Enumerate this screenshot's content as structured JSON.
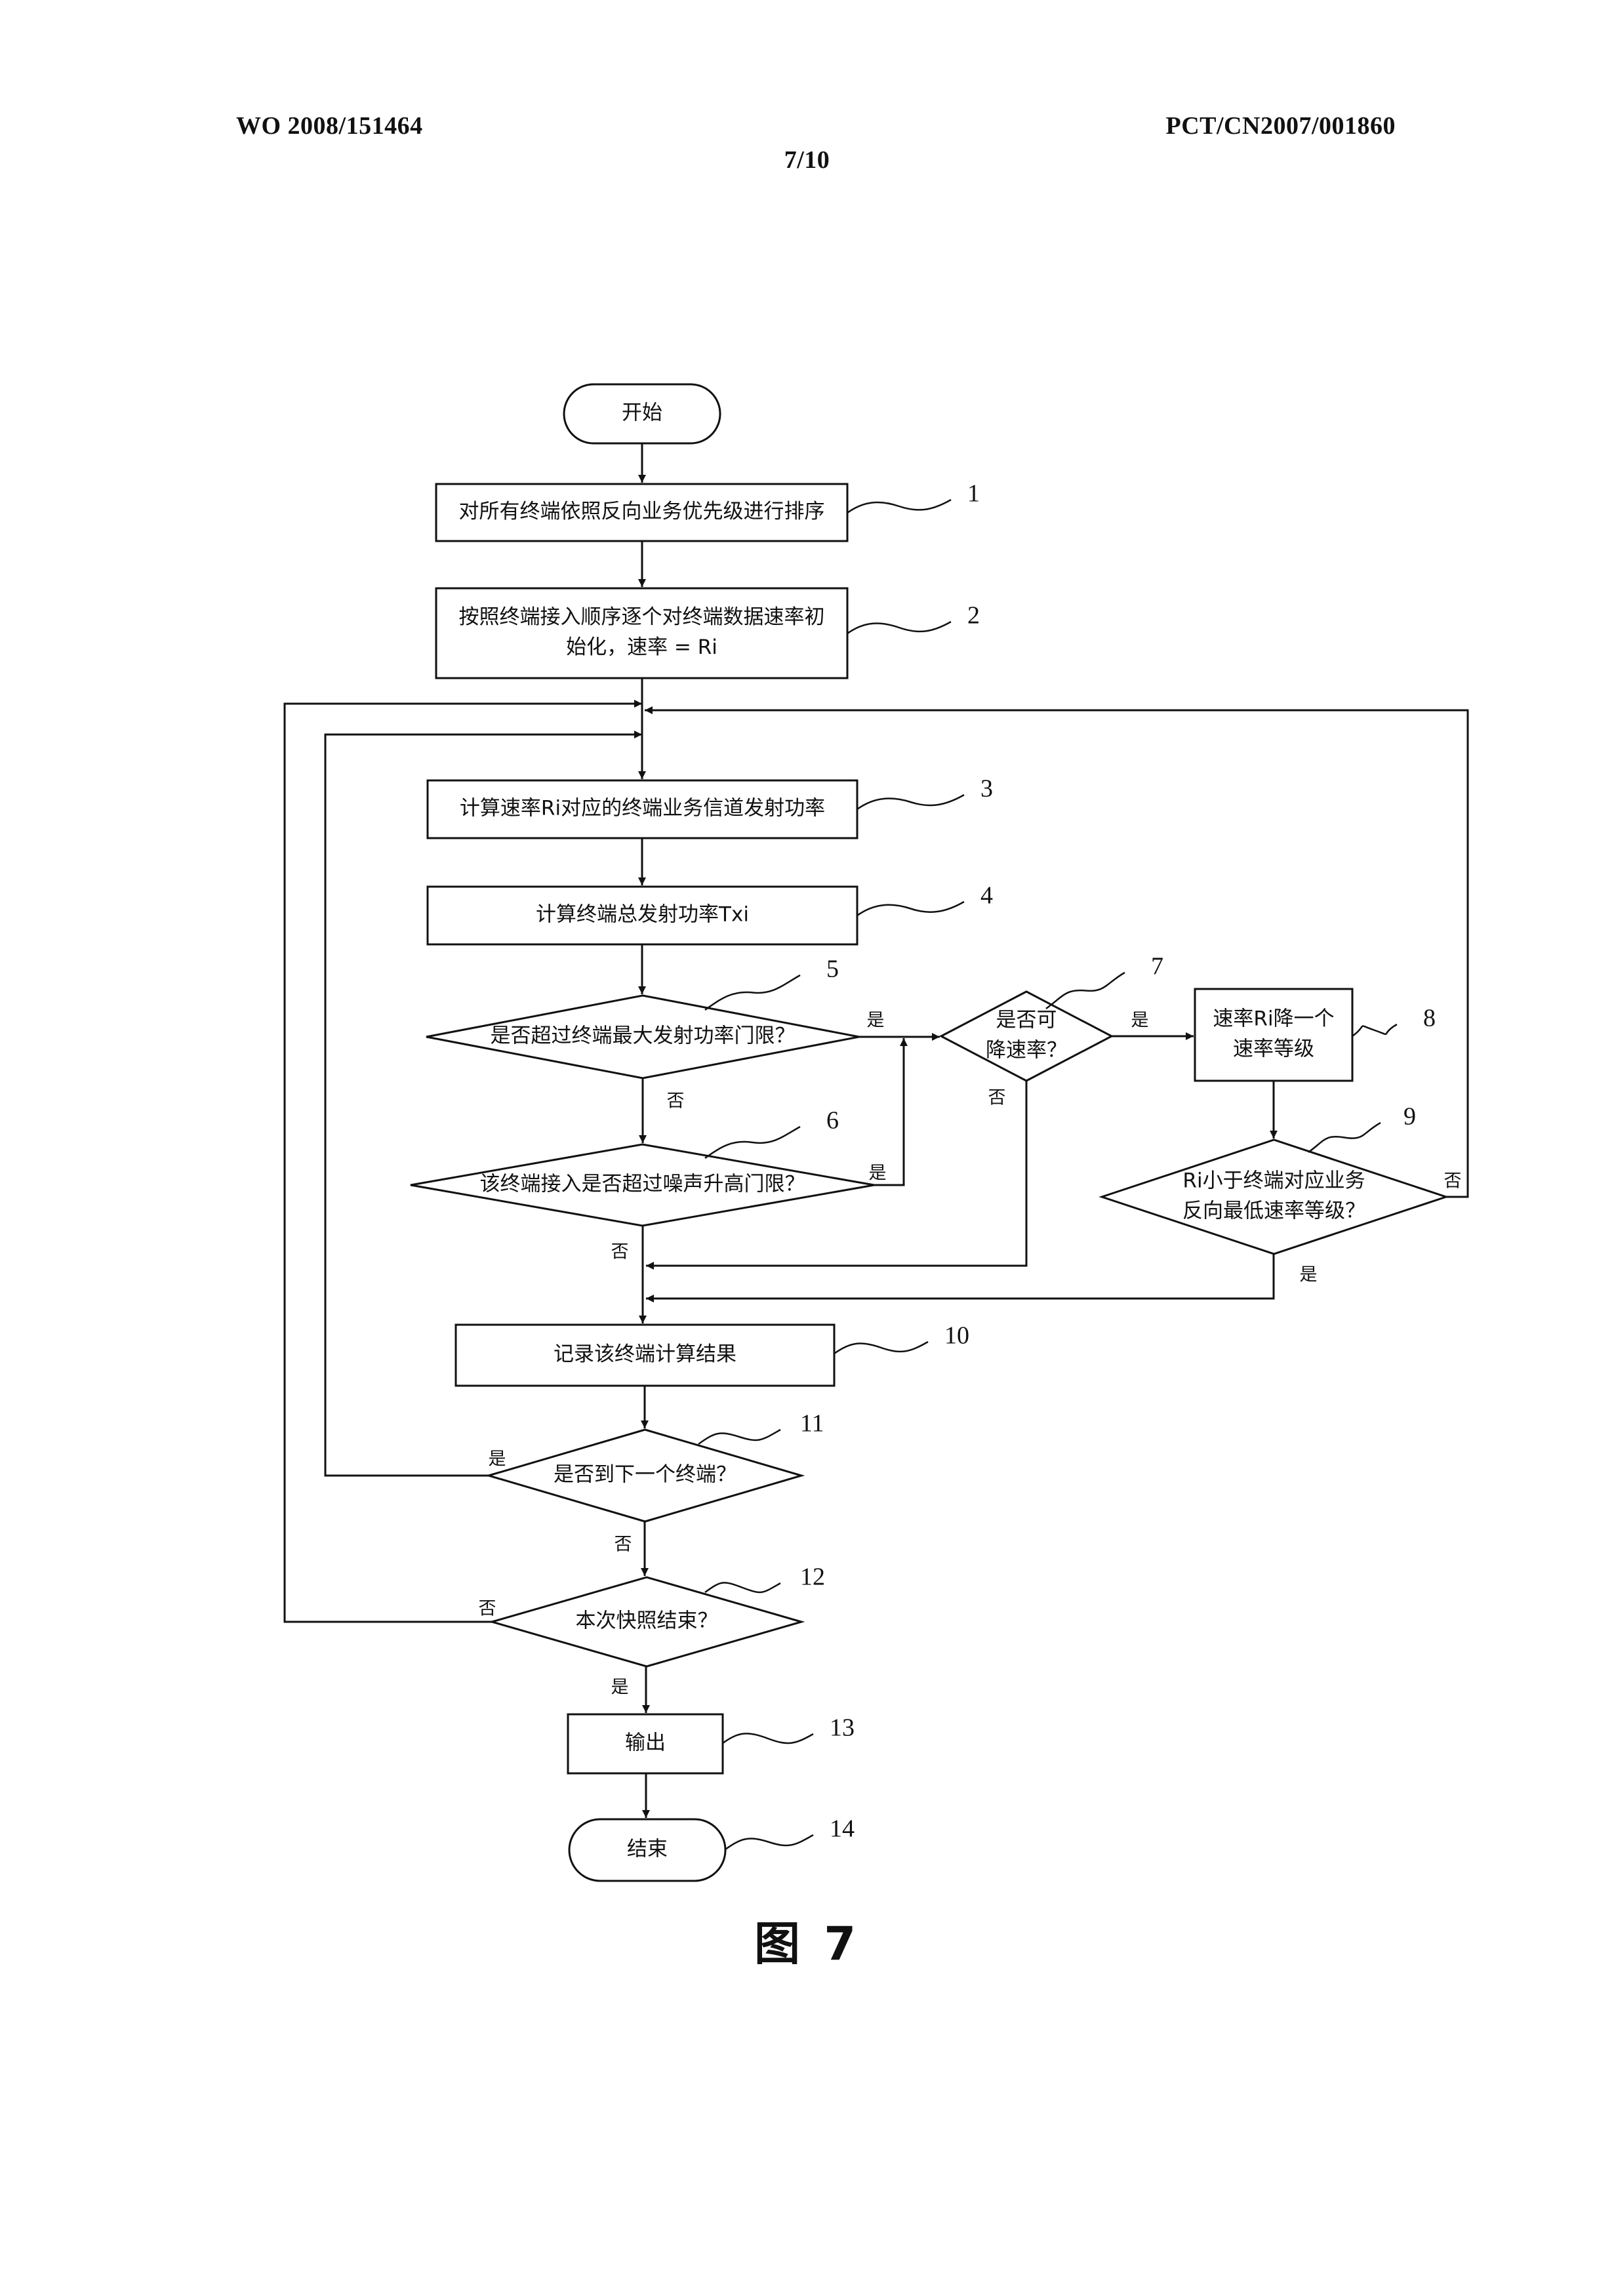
{
  "header": {
    "left": "WO 2008/151464",
    "right": "PCT/CN2007/001860",
    "page": "7/10"
  },
  "figure": {
    "caption": "图 7"
  },
  "nodes": {
    "start": "开始",
    "s1": "对所有终端依照反向业务优先级进行排序",
    "s2": [
      "按照终端接入顺序逐个对终端数据速率初",
      "始化，速率 = Ri"
    ],
    "s3": "计算速率Ri对应的终端业务信道发射功率",
    "s4": "计算终端总发射功率Txi",
    "d5": "是否超过终端最大发射功率门限？",
    "d6": "该终端接入是否超过噪声升高门限？",
    "d7": [
      "是否可",
      "降速率？"
    ],
    "s8": [
      "速率Ri降一个",
      "速率等级"
    ],
    "d9": [
      "Ri小于终端对应业务",
      "反向最低速率等级？"
    ],
    "s10": "记录该终端计算结果",
    "d11": "是否到下一个终端？",
    "d12": "本次快照结束？",
    "s13": "输出",
    "end": "结束"
  },
  "step_numbers": [
    "1",
    "2",
    "3",
    "4",
    "5",
    "6",
    "7",
    "8",
    "9",
    "10",
    "11",
    "12",
    "13",
    "14"
  ],
  "branch_labels": {
    "yes": "是",
    "no": "否"
  }
}
